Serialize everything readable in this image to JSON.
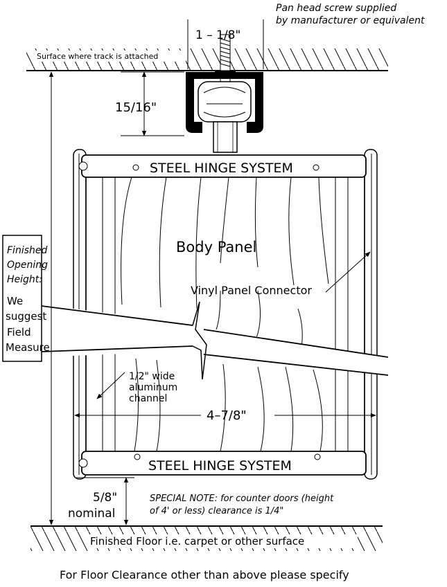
{
  "labels": {
    "screw_note_line1": "Pan head screw supplied",
    "screw_note_line2": "by manufacturer or equivalent",
    "track_width": "1 – 1/8\"",
    "surface_label": "Surface where track is attached",
    "track_gap": "15/16\"",
    "top_hinge": "STEEL HINGE SYSTEM",
    "bottom_hinge": "STEEL HINGE SYSTEM",
    "body_panel": "Body Panel",
    "vinyl_connector": "Vinyl Panel Connector",
    "foh_line1": "Finished",
    "foh_line2": "Opening",
    "foh_line3": "Height:",
    "foh_line4": "We",
    "foh_line5": "suggest",
    "foh_line6": "Field",
    "foh_line7": "Measure",
    "channel_line1": "1/2\" wide",
    "channel_line2": "aluminum",
    "channel_line3": "channel",
    "panel_width": "4–7/8\"",
    "clearance_value": "5/8\"",
    "clearance_word": "nominal",
    "special_note_line1": "SPECIAL NOTE: for counter doors (height",
    "special_note_line2": "of 4' or less) clearance is 1/4\"",
    "floor_label": "Finished Floor i.e. carpet or other surface",
    "footer_note": "For Floor Clearance other than above please specify"
  }
}
